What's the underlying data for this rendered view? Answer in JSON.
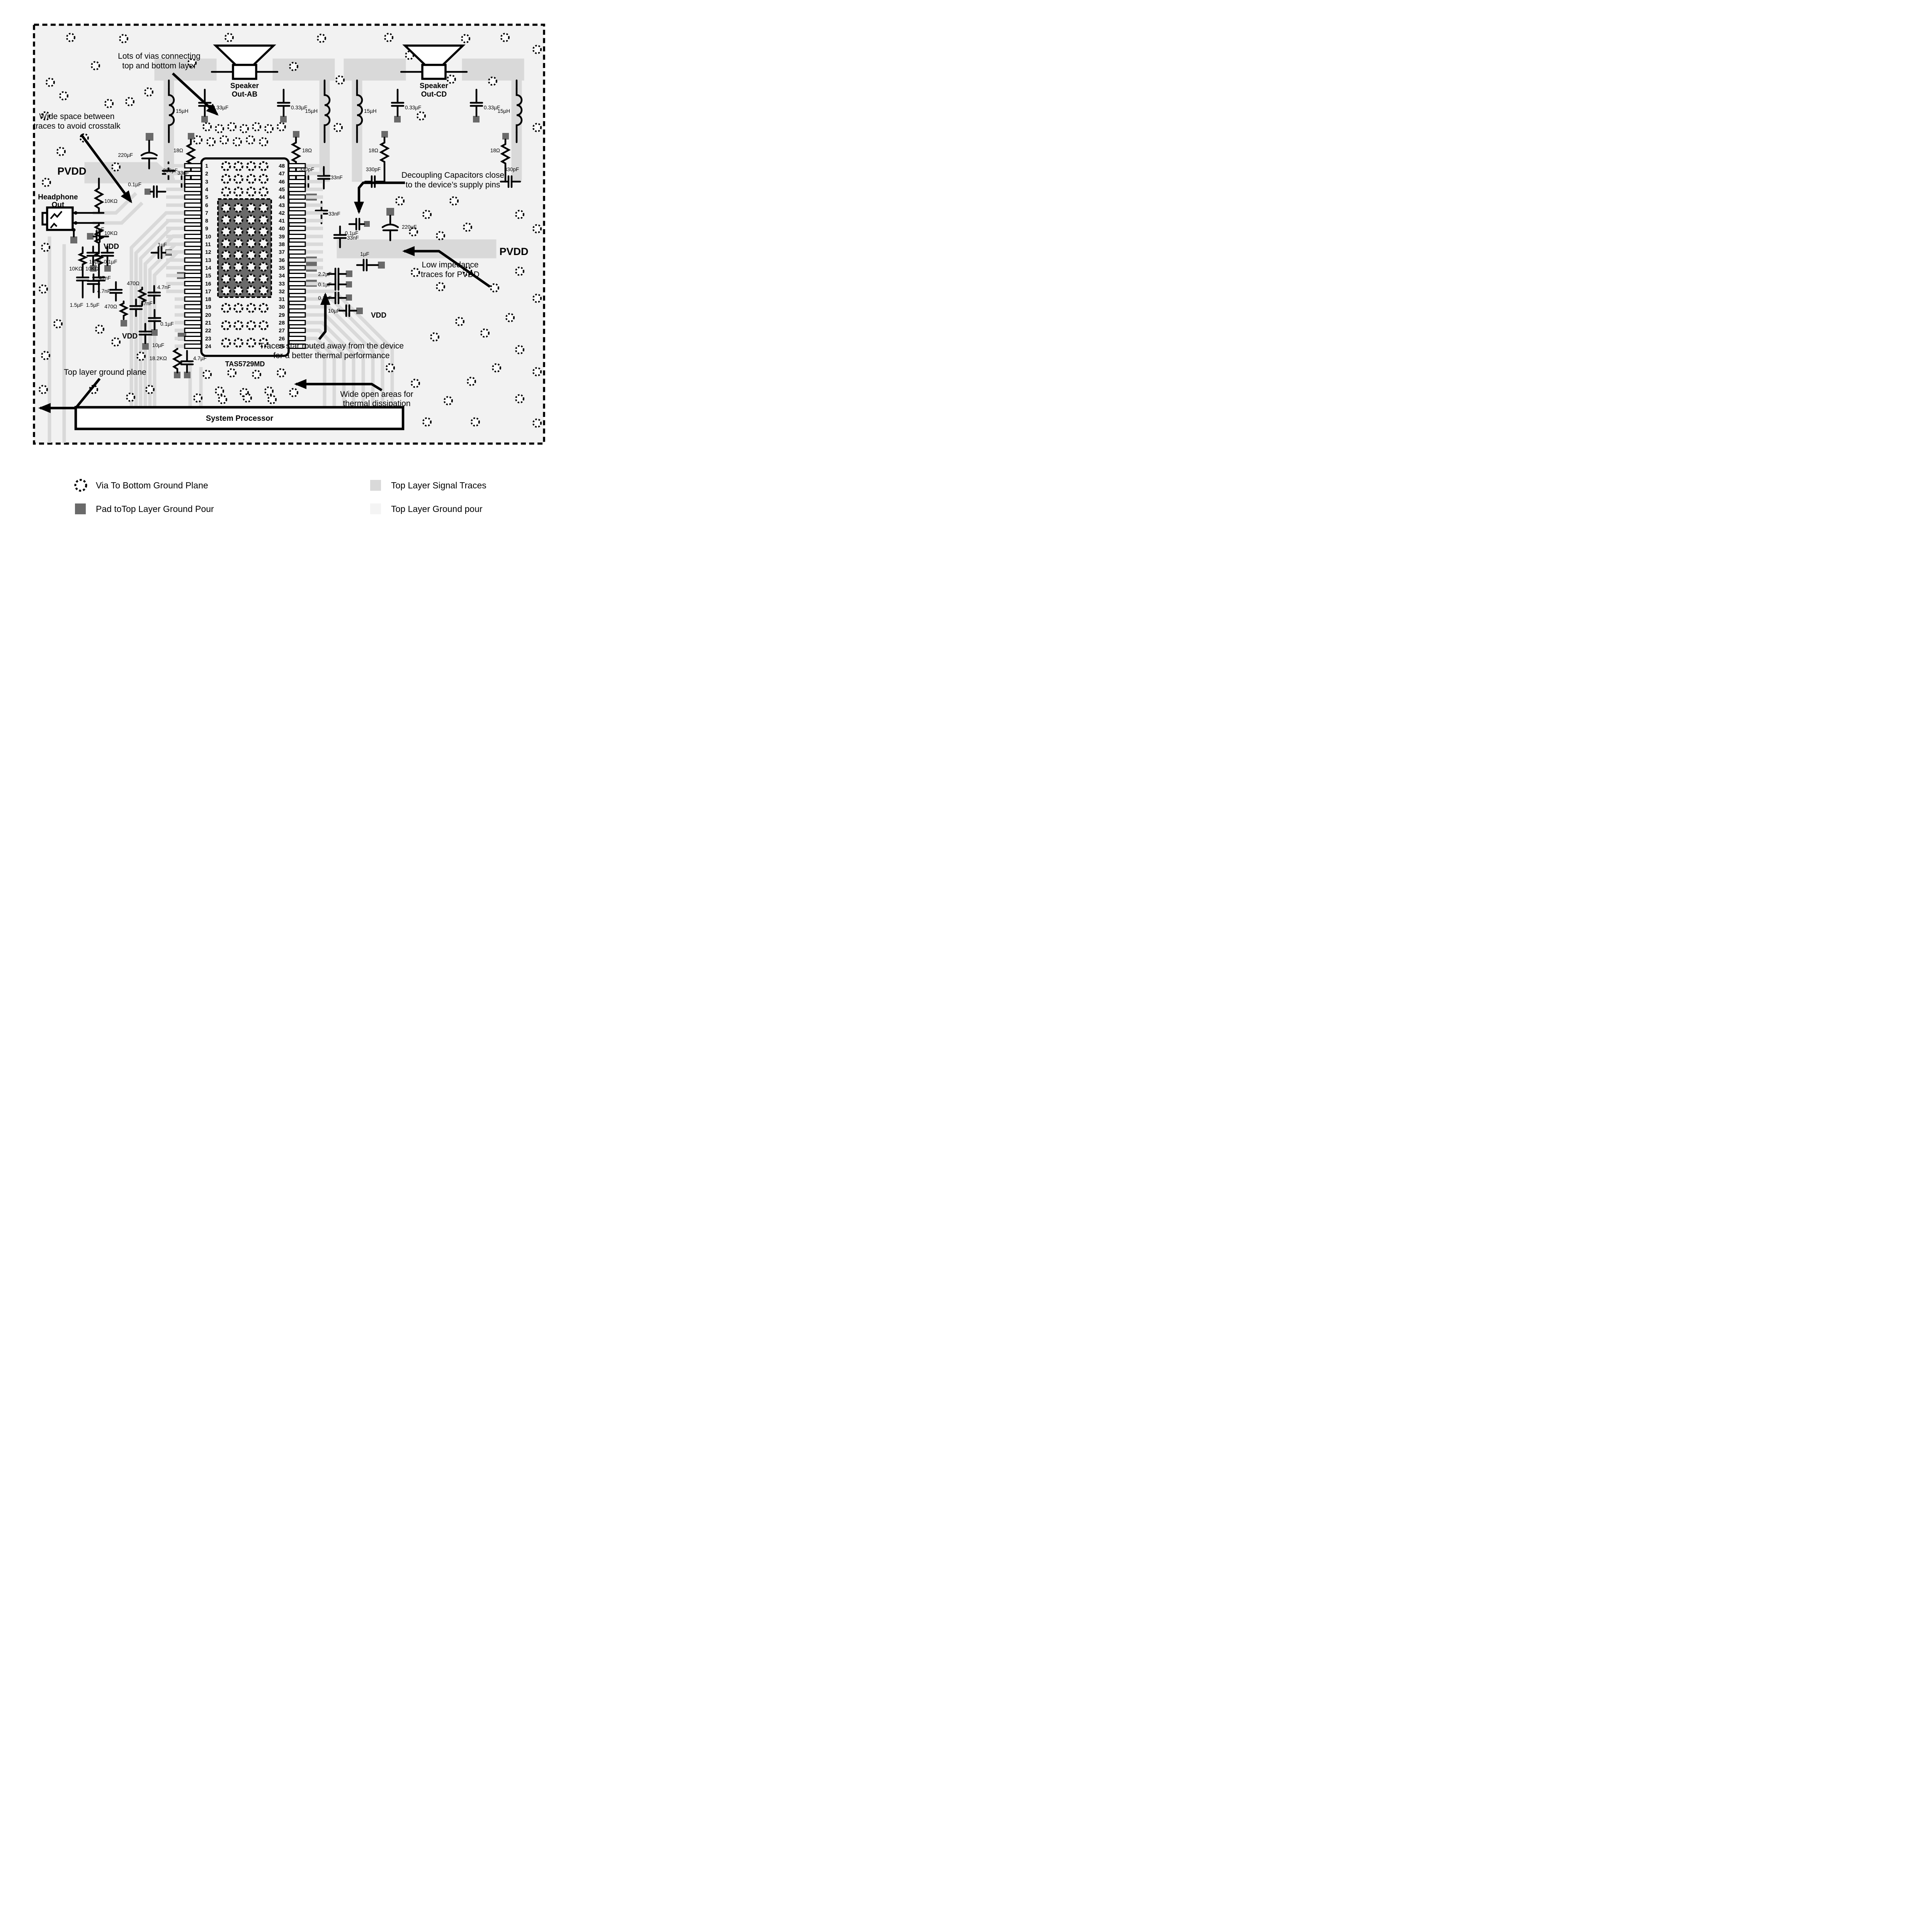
{
  "diagram": {
    "device": "TAS5729MD",
    "pins_left": [
      "1",
      "2",
      "3",
      "4",
      "5",
      "6",
      "7",
      "8",
      "9",
      "10",
      "11",
      "12",
      "13",
      "14",
      "15",
      "16",
      "17",
      "18",
      "19",
      "20",
      "21",
      "22",
      "23",
      "24"
    ],
    "pins_right": [
      "48",
      "47",
      "46",
      "45",
      "44",
      "43",
      "42",
      "41",
      "40",
      "39",
      "38",
      "37",
      "36",
      "35",
      "34",
      "33",
      "32",
      "31",
      "30",
      "29",
      "28",
      "27",
      "26",
      "25"
    ],
    "speaker_ab": {
      "line1": "Speaker",
      "line2": "Out-AB"
    },
    "speaker_cd": {
      "line1": "Speaker",
      "line2": "Out-CD"
    },
    "labels": {
      "pvdd_left": "PVDD",
      "pvdd_right": "PVDD",
      "vdd_1": "VDD",
      "vdd_2": "VDD",
      "vdd_3": "VDD",
      "headphone_line1": "Headphone",
      "headphone_line2": "Out",
      "system_processor": "System Processor"
    },
    "values": {
      "c_033": "0.33µF",
      "l_15": "15µH",
      "r_18": "18Ω",
      "c_330p": "330pF",
      "c_33n": "33nF",
      "c_220u": "220µF",
      "c_01": "0.1µF",
      "c_1u": "1µF",
      "r_10k": "10KΩ",
      "c_1u5": "1.5µF",
      "c_10u": "10µF",
      "c_47n": "47nF",
      "r_470": "470Ω",
      "c_4n7": "4.7nF",
      "r_18k2": "18.2KΩ",
      "c_4u7": "4.7µF",
      "c_2u2": "2.2µF"
    },
    "annotations": {
      "vias": {
        "line1": "Lots of vias connecting",
        "line2": "top and bottom layer"
      },
      "crosstalk": {
        "line1": "Wide space between",
        "line2": "traces to avoid crosstalk"
      },
      "decoupling": {
        "line1": "Decoupling Capacitors  close",
        "line2": "to the device’s supply pins"
      },
      "low_impedance": {
        "line1": "Low impedance",
        "line2": "traces for PVDD"
      },
      "star": {
        "line1": "Traces star routed away from the device",
        "line2": "for a better thermal performance"
      },
      "thermal": {
        "line1": "Wide open areas for",
        "line2": "thermal dissipation"
      },
      "ground_plane": "Top layer ground plane"
    }
  },
  "legend": {
    "via": "Via To Bottom Ground Plane",
    "pad": "Pad toTop Layer Ground Pour",
    "signal": "Top Layer Signal Traces",
    "ground": "Top Layer Ground pour"
  },
  "colors": {
    "ground_pour": "#f2f2f2",
    "signal_trace": "#d9d9d9",
    "pad_dark": "#6a6a6a",
    "ink": "#000000"
  }
}
